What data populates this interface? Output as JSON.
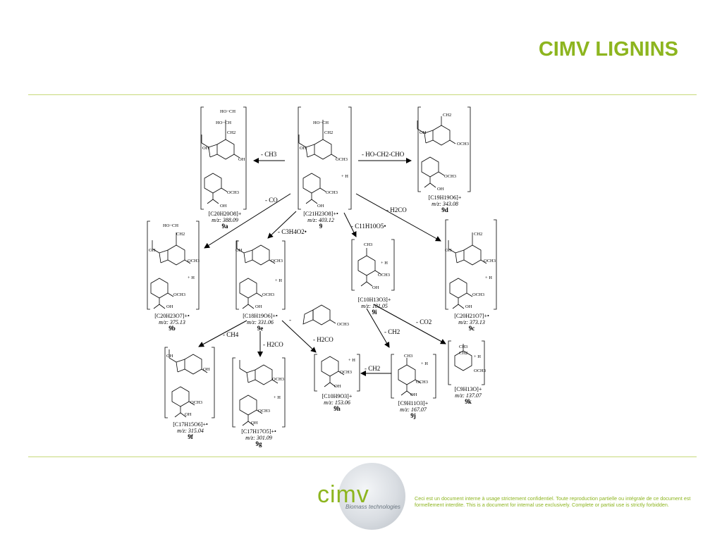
{
  "header": {
    "title": "CIMV LIGNINS"
  },
  "compounds": [
    {
      "key": "9",
      "formula": "[C21H23O8]+•",
      "mz": "m/z: 403.12",
      "id": "9"
    },
    {
      "key": "9a",
      "formula": "[C20H20O8]+",
      "mz": "m/z: 388.09",
      "id": "9a"
    },
    {
      "key": "9d",
      "formula": "[C19H19O6]+",
      "mz": "m/z: 343.08",
      "id": "9d"
    },
    {
      "key": "9b",
      "formula": "[C20H23O7]+•",
      "mz": "m/z: 375.13",
      "id": "9b"
    },
    {
      "key": "9e",
      "formula": "[C18H19O6]+•",
      "mz": "m/z: 331.06",
      "id": "9e"
    },
    {
      "key": "9i",
      "formula": "[C10H13O3]+",
      "mz": "m/z: 181.05",
      "id": "9i"
    },
    {
      "key": "9c",
      "formula": "[C20H21O7]+•",
      "mz": "m/z: 373.13",
      "id": "9c"
    },
    {
      "key": "9f",
      "formula": "[C17H15O6]+•",
      "mz": "m/z: 315.04",
      "id": "9f"
    },
    {
      "key": "9g",
      "formula": "[C17H17O5]+•",
      "mz": "m/z: 301.09",
      "id": "9g"
    },
    {
      "key": "9h",
      "formula": "[C10H9O3]+",
      "mz": "m/z: 153.06",
      "id": "9h"
    },
    {
      "key": "9j",
      "formula": "[C9H11O3]+",
      "mz": "m/z: 167.07",
      "id": "9j"
    },
    {
      "key": "9k",
      "formula": "[C9H13O]+",
      "mz": "m/z: 137.07",
      "id": "9k"
    }
  ],
  "steps": [
    "- CH3",
    "- HO-CH2-CHO",
    "- CO",
    "- H2CO",
    "- C3H4O2•",
    "- C11H10O5•",
    "- CO2",
    "- CH2",
    "- CH4",
    "- H2CO",
    "- H2CO",
    "- CH2",
    "-"
  ],
  "fragment_labels": {
    "och3": "OCH3",
    "oh": "OH",
    "o": "O",
    "h": "+ H",
    "cooh": "OH",
    "ch2": "CH2",
    "ch3": "CH3",
    "hoch": "HO−CH"
  },
  "footer": {
    "brand": "cimv",
    "tagline": "Biomass technologies",
    "legal": "Ceci est un document interne à usage strictement confidentiel. Toute reproduction partielle ou intégrale de ce document est formellement interdite. This is a document for internal use exclusively. Complete or partial use is strictly forbidden."
  },
  "colors": {
    "accent": "#8db51f",
    "rule": "#c7d97a"
  }
}
